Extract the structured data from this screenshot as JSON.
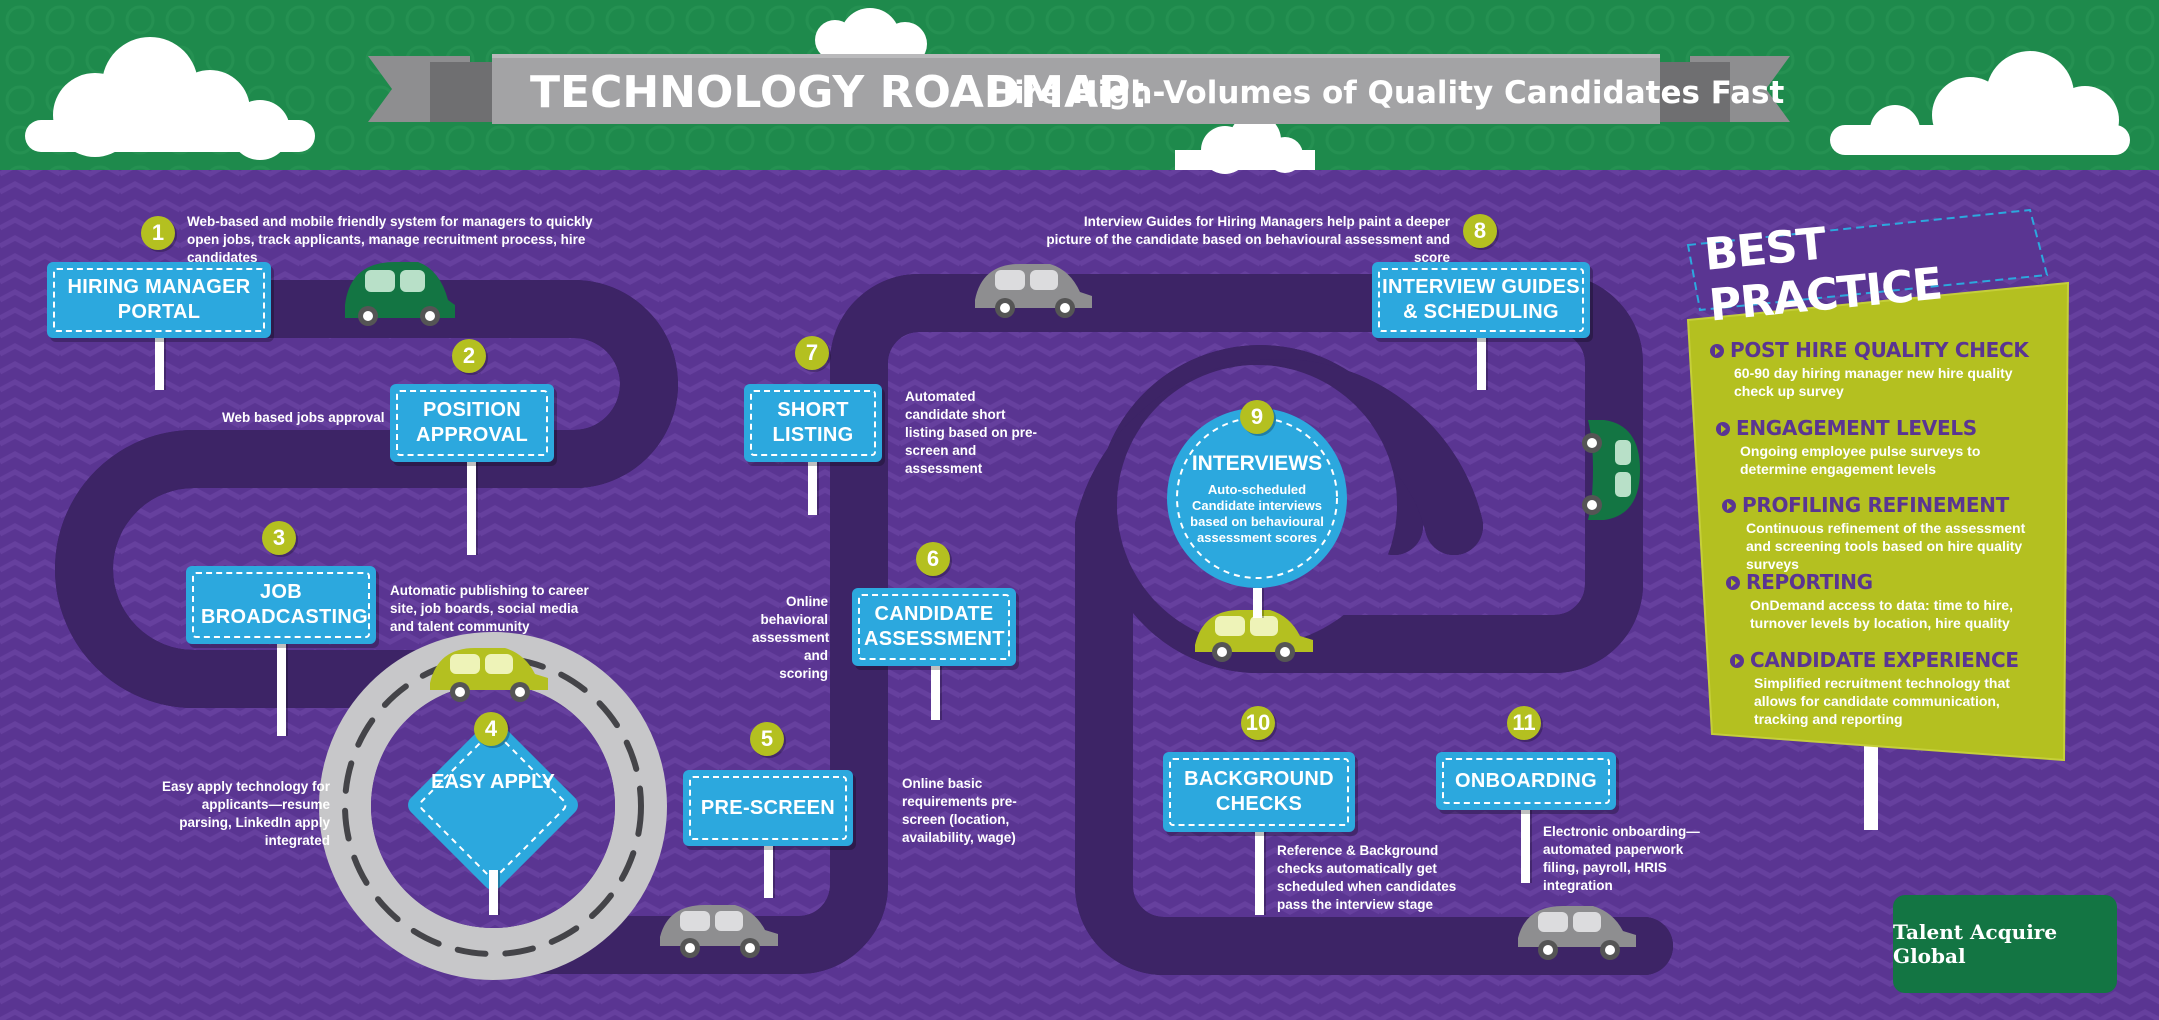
{
  "header": {
    "title_main": "TECHNOLOGY ROADMAP:",
    "title_sub": "Hire High-Volumes of Quality Candidates Fast"
  },
  "steps": [
    {
      "num": "1",
      "label": "HIRING MANAGER PORTAL",
      "desc": "Web-based and mobile friendly system for managers to quickly open jobs, track applicants, manage recruitment process, hire candidates"
    },
    {
      "num": "2",
      "label": "POSITION APPROVAL",
      "desc": "Web based jobs approval"
    },
    {
      "num": "3",
      "label": "JOB BROADCASTING",
      "desc": "Automatic publishing to career site, job boards, social media and talent community"
    },
    {
      "num": "4",
      "label": "EASY APPLY",
      "desc": "Easy apply technology for applicants—resume parsing, LinkedIn apply integrated"
    },
    {
      "num": "5",
      "label": "PRE-SCREEN",
      "desc": "Online basic requirements pre-screen (location, availability, wage)"
    },
    {
      "num": "6",
      "label": "CANDIDATE ASSESSMENT",
      "desc": "Online behavioral assessment and scoring"
    },
    {
      "num": "7",
      "label": "SHORT LISTING",
      "desc": "Automated candidate short listing based on pre-screen and assessment"
    },
    {
      "num": "8",
      "label": "INTERVIEW GUIDES & SCHEDULING",
      "desc": "Interview Guides for Hiring Managers help paint a deeper picture of the candidate based on behavioural assessment and score"
    },
    {
      "num": "9",
      "label": "INTERVIEWS",
      "desc": "Auto-scheduled Candidate interviews based on behavioural assessment scores"
    },
    {
      "num": "10",
      "label": "BACKGROUND CHECKS",
      "desc": "Reference & Background checks automatically get scheduled when candidates pass the interview stage"
    },
    {
      "num": "11",
      "label": "ONBOARDING",
      "desc": "Electronic onboarding—automated paperwork filing, payroll, HRIS integration"
    }
  ],
  "best_practice": {
    "title": "BEST PRACTICE",
    "items": [
      {
        "head": "POST HIRE QUALITY CHECK",
        "text": "60-90 day hiring manager new hire quality check up survey"
      },
      {
        "head": "ENGAGEMENT LEVELS",
        "text": "Ongoing employee pulse surveys to determine engagement levels"
      },
      {
        "head": "PROFILING REFINEMENT",
        "text": "Continuous refinement of the assessment and screening tools based on hire quality surveys"
      },
      {
        "head": "REPORTING",
        "text": "OnDemand access to data: time to hire, turnover levels by location, hire quality"
      },
      {
        "head": "CANDIDATE EXPERIENCE",
        "text": "Simplified recruitment technology that allows for candidate communication, tracking and reporting"
      }
    ]
  },
  "logo": {
    "text": "Talent Acquire Global"
  },
  "colors": {
    "background": "#5a3592",
    "header": "#1e8a4c",
    "sign": "#2ca8de",
    "accent": "#b4c020",
    "road": "#c7c7c9"
  }
}
